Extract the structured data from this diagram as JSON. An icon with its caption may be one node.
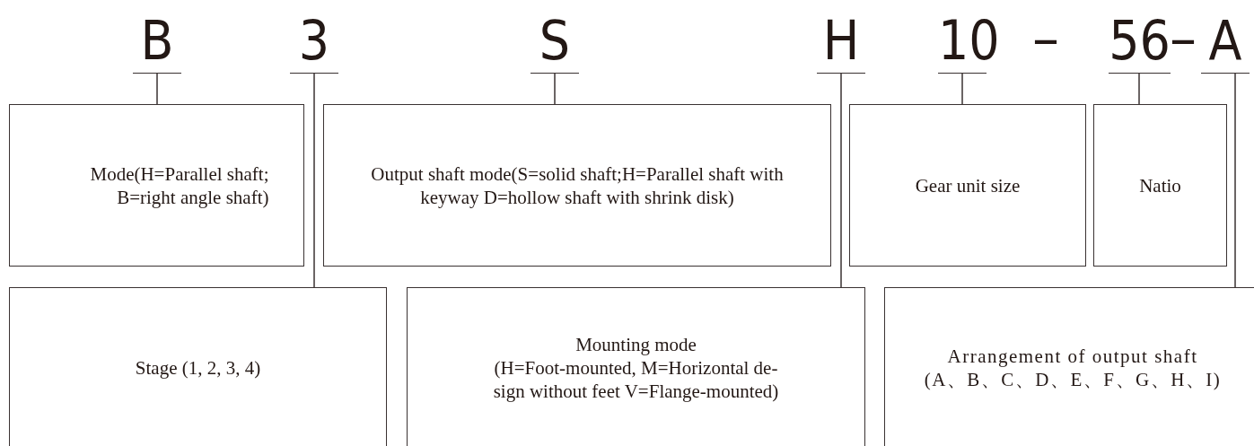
{
  "diagram": {
    "nodes": [
      {
        "text": [
          "B"
        ]
      },
      {
        "text": [
          "3"
        ]
      },
      {
        "text": [
          "S"
        ]
      },
      {
        "text": [
          "H"
        ]
      },
      {
        "text": [
          "10"
        ]
      },
      {
        "text": [
          "56"
        ]
      },
      {
        "text": [
          "A"
        ]
      },
      {
        "text": [
          "Mode(H=Parallel shaft; B=right angle shaft)"
        ]
      },
      {
        "text": [
          "Output shaft mode(S=solid shaft;H=Parallel shaft with keyway D=hollow shaft with shrink disk)"
        ]
      },
      {
        "text": [
          "Gear unit size"
        ]
      },
      {
        "text": [
          "Natio"
        ]
      },
      {
        "text": [
          "Stage (1, 2, 3, 4)"
        ]
      },
      {
        "text": [
          "Mounting mode",
          "(H=Foot-mounted, M=Horizontal de- sign without feet V=Flange-mounted)"
        ]
      },
      {
        "text": [
          "Arrangement of output shaft",
          "(A、B、C、D、E、F、G、H、I)"
        ]
      }
    ],
    "edges": [
      {
        "from": 0,
        "to": 7,
        "arrow": "none"
      },
      {
        "from": 1,
        "to": 11,
        "arrow": "none"
      },
      {
        "from": 2,
        "to": 8,
        "arrow": "none"
      },
      {
        "from": 3,
        "to": 12,
        "arrow": "none"
      },
      {
        "from": 4,
        "to": 9,
        "arrow": "none"
      },
      {
        "from": 5,
        "to": 10,
        "arrow": "none"
      },
      {
        "from": 6,
        "to": 13,
        "arrow": "none"
      }
    ],
    "labels": [
      "–",
      "–"
    ]
  }
}
